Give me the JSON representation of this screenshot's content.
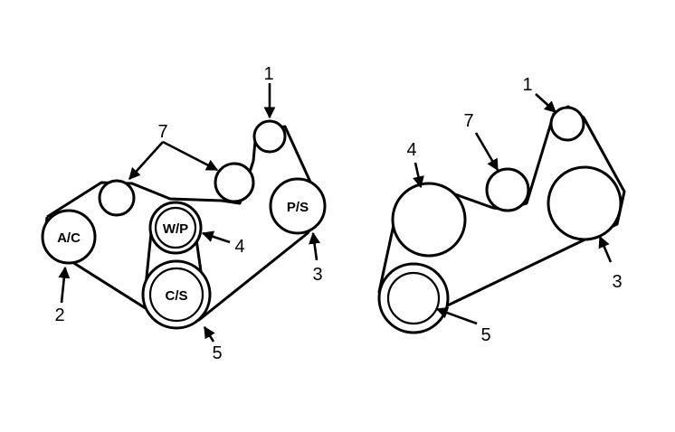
{
  "left_diagram": {
    "pulley_labels": {
      "ac": "A/C",
      "wp": "W/P",
      "cs": "C/S",
      "ps": "P/S"
    },
    "callouts": {
      "n1": "1",
      "n2": "2",
      "n3": "3",
      "n4": "4",
      "n5": "5",
      "n7": "7"
    }
  },
  "right_diagram": {
    "callouts": {
      "n1": "1",
      "n3": "3",
      "n4": "4",
      "n5": "5",
      "n7": "7"
    }
  },
  "colors": {
    "ink": "#000000",
    "paper": "#ffffff"
  }
}
